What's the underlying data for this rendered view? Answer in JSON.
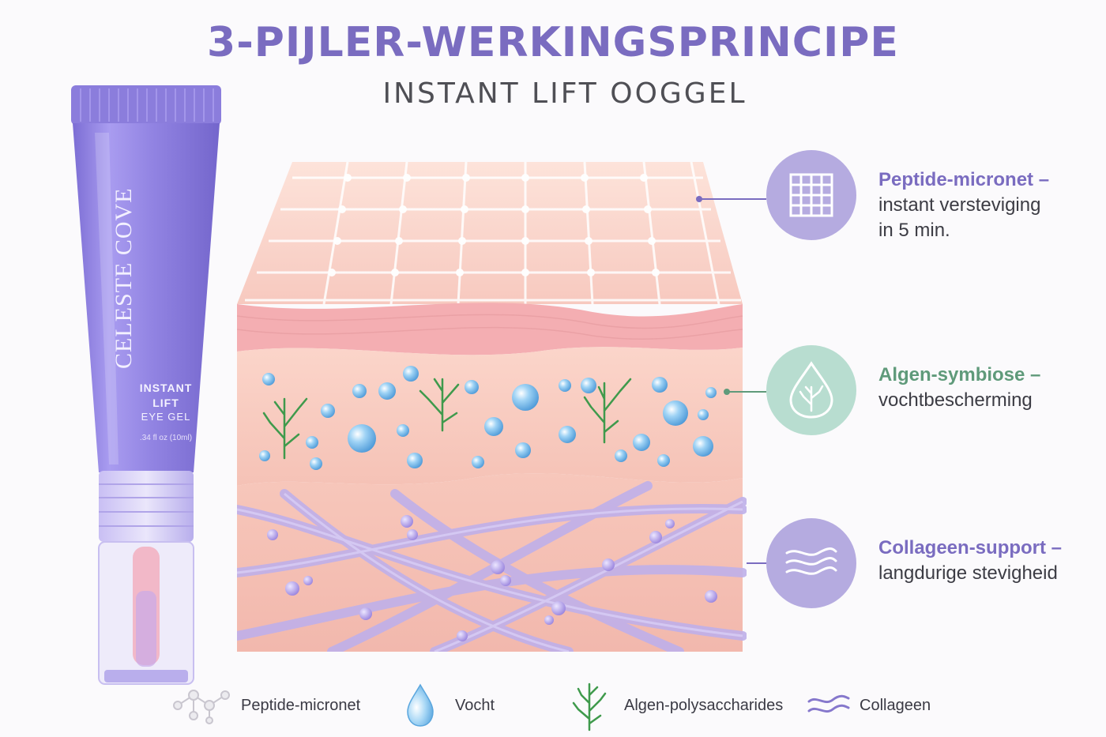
{
  "header": {
    "title": "3-PIJLER-WERKINGSPRINCIPE",
    "subtitle": "INSTANT LIFT OOGGEL"
  },
  "product": {
    "brand": "CELESTE COVE",
    "line1": "INSTANT",
    "line2": "LIFT",
    "line3": "EYE GEL",
    "size": ".34 fl oz (10ml)",
    "colors": {
      "tube": "#9d8fe6",
      "cap": "#8f81dc",
      "applicator": "#f2b8c8"
    }
  },
  "pillars": [
    {
      "icon": "grid-icon",
      "title": "Peptide-micronet –",
      "desc_1": "instant versteviging",
      "desc_2": "in 5 min.",
      "color": "#7a6cc0",
      "circle": "#b5abe0"
    },
    {
      "icon": "droplet-seaweed-icon",
      "title": "Algen-symbiose –",
      "desc_1": "vochtbescherming",
      "desc_2": "",
      "color": "#5f9a7a",
      "circle": "#b8ddd0"
    },
    {
      "icon": "collagen-waves-icon",
      "title": "Collageen-support –",
      "desc_1": "langdurige stevigheid",
      "desc_2": "",
      "color": "#7a6cc0",
      "circle": "#b5abe0"
    }
  ],
  "legend": [
    {
      "icon": "molecule-icon",
      "label": "Peptide-micronet"
    },
    {
      "icon": "water-drop-icon",
      "label": "Vocht"
    },
    {
      "icon": "seaweed-icon",
      "label": "Algen-polysaccharides"
    },
    {
      "icon": "waves-icon",
      "label": "Collageen"
    }
  ]
}
